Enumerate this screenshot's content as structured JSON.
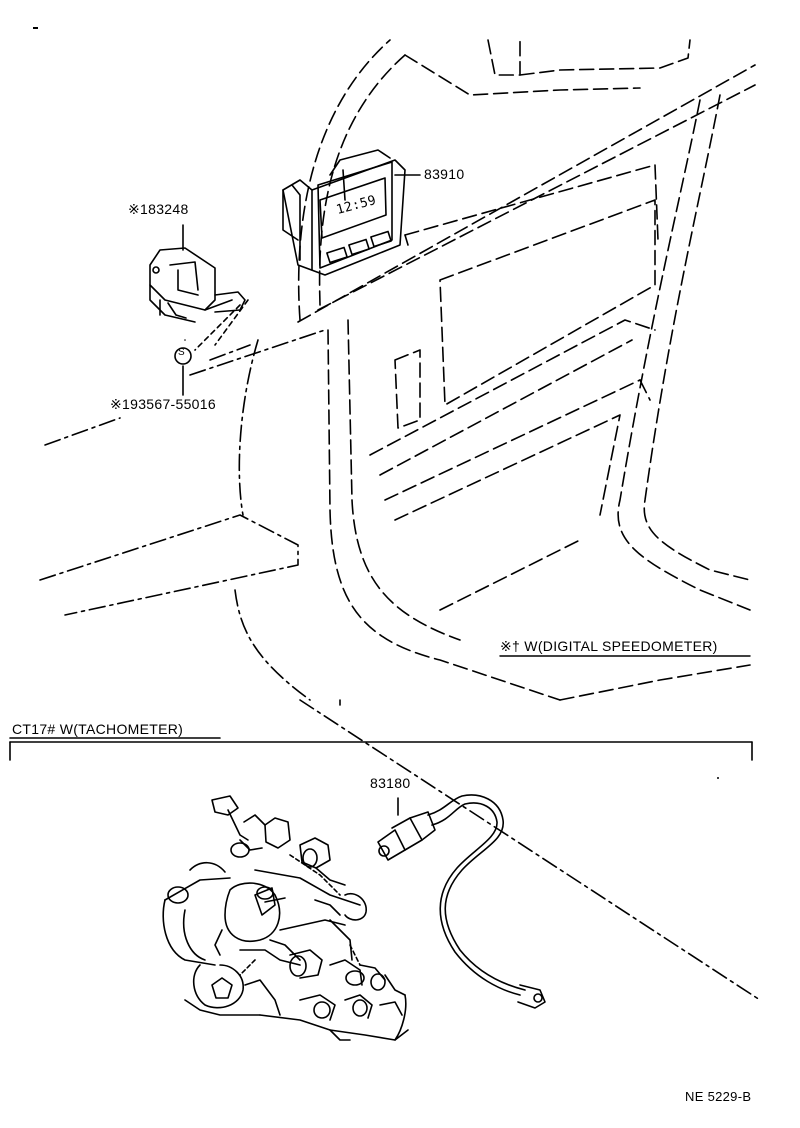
{
  "diagram": {
    "parts": {
      "relay_183248": "※183248",
      "clock_83910": "83910",
      "bolt_193567": "※193567-55016",
      "sender_83180": "83180"
    },
    "bolt_symbol": "S",
    "notes": {
      "digital_speedometer": "※† W(DIGITAL SPEEDOMETER)",
      "tachometer": "CT17# W(TACHOMETER)"
    },
    "clock_display": "12:59",
    "figure_code": "NE 5229-B"
  }
}
